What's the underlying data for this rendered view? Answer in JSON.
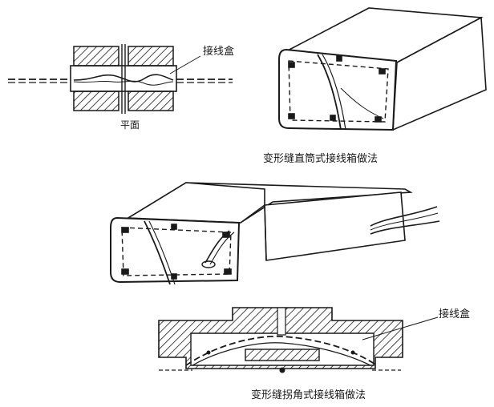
{
  "labels": {
    "junction_box_top": "接线盒",
    "plan_view": "平面",
    "caption_straight": "变形缝直筒式接线箱做法",
    "junction_box_bottom": "接线盒",
    "caption_corner": "变形缝拐角式接线箱做法"
  },
  "colors": {
    "ink": "#1a1a1a",
    "background": "#ffffff"
  }
}
